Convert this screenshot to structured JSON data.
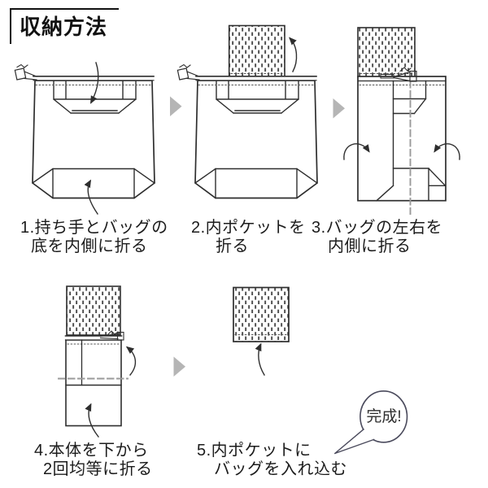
{
  "title": "収納方法",
  "steps": [
    {
      "line1": "1.持ち手とバッグの",
      "line2": "底を内側に折る"
    },
    {
      "line1": "2.内ポケットを",
      "line2": "折る"
    },
    {
      "line1": "3.バッグの左右を",
      "line2": "内側に折る"
    },
    {
      "line1": "4.本体を下から",
      "line2": "2回均等に折る"
    },
    {
      "line1": "5.内ポケットに",
      "line2": "バッグを入れ込む"
    }
  ],
  "completion_label": "完成!",
  "icons": {
    "transition_arrow": "right-pointing-triangle",
    "fold_arrow": "curved-arrow",
    "drawstring_toggle": "cord-stopper"
  },
  "colors": {
    "line": "#2e2e2e",
    "transition_arrow_gray": "#b5b5b5",
    "fold_guide_gray": "#9a9a9a",
    "bubble_outline": "#4a4a5c",
    "background": "#ffffff"
  }
}
